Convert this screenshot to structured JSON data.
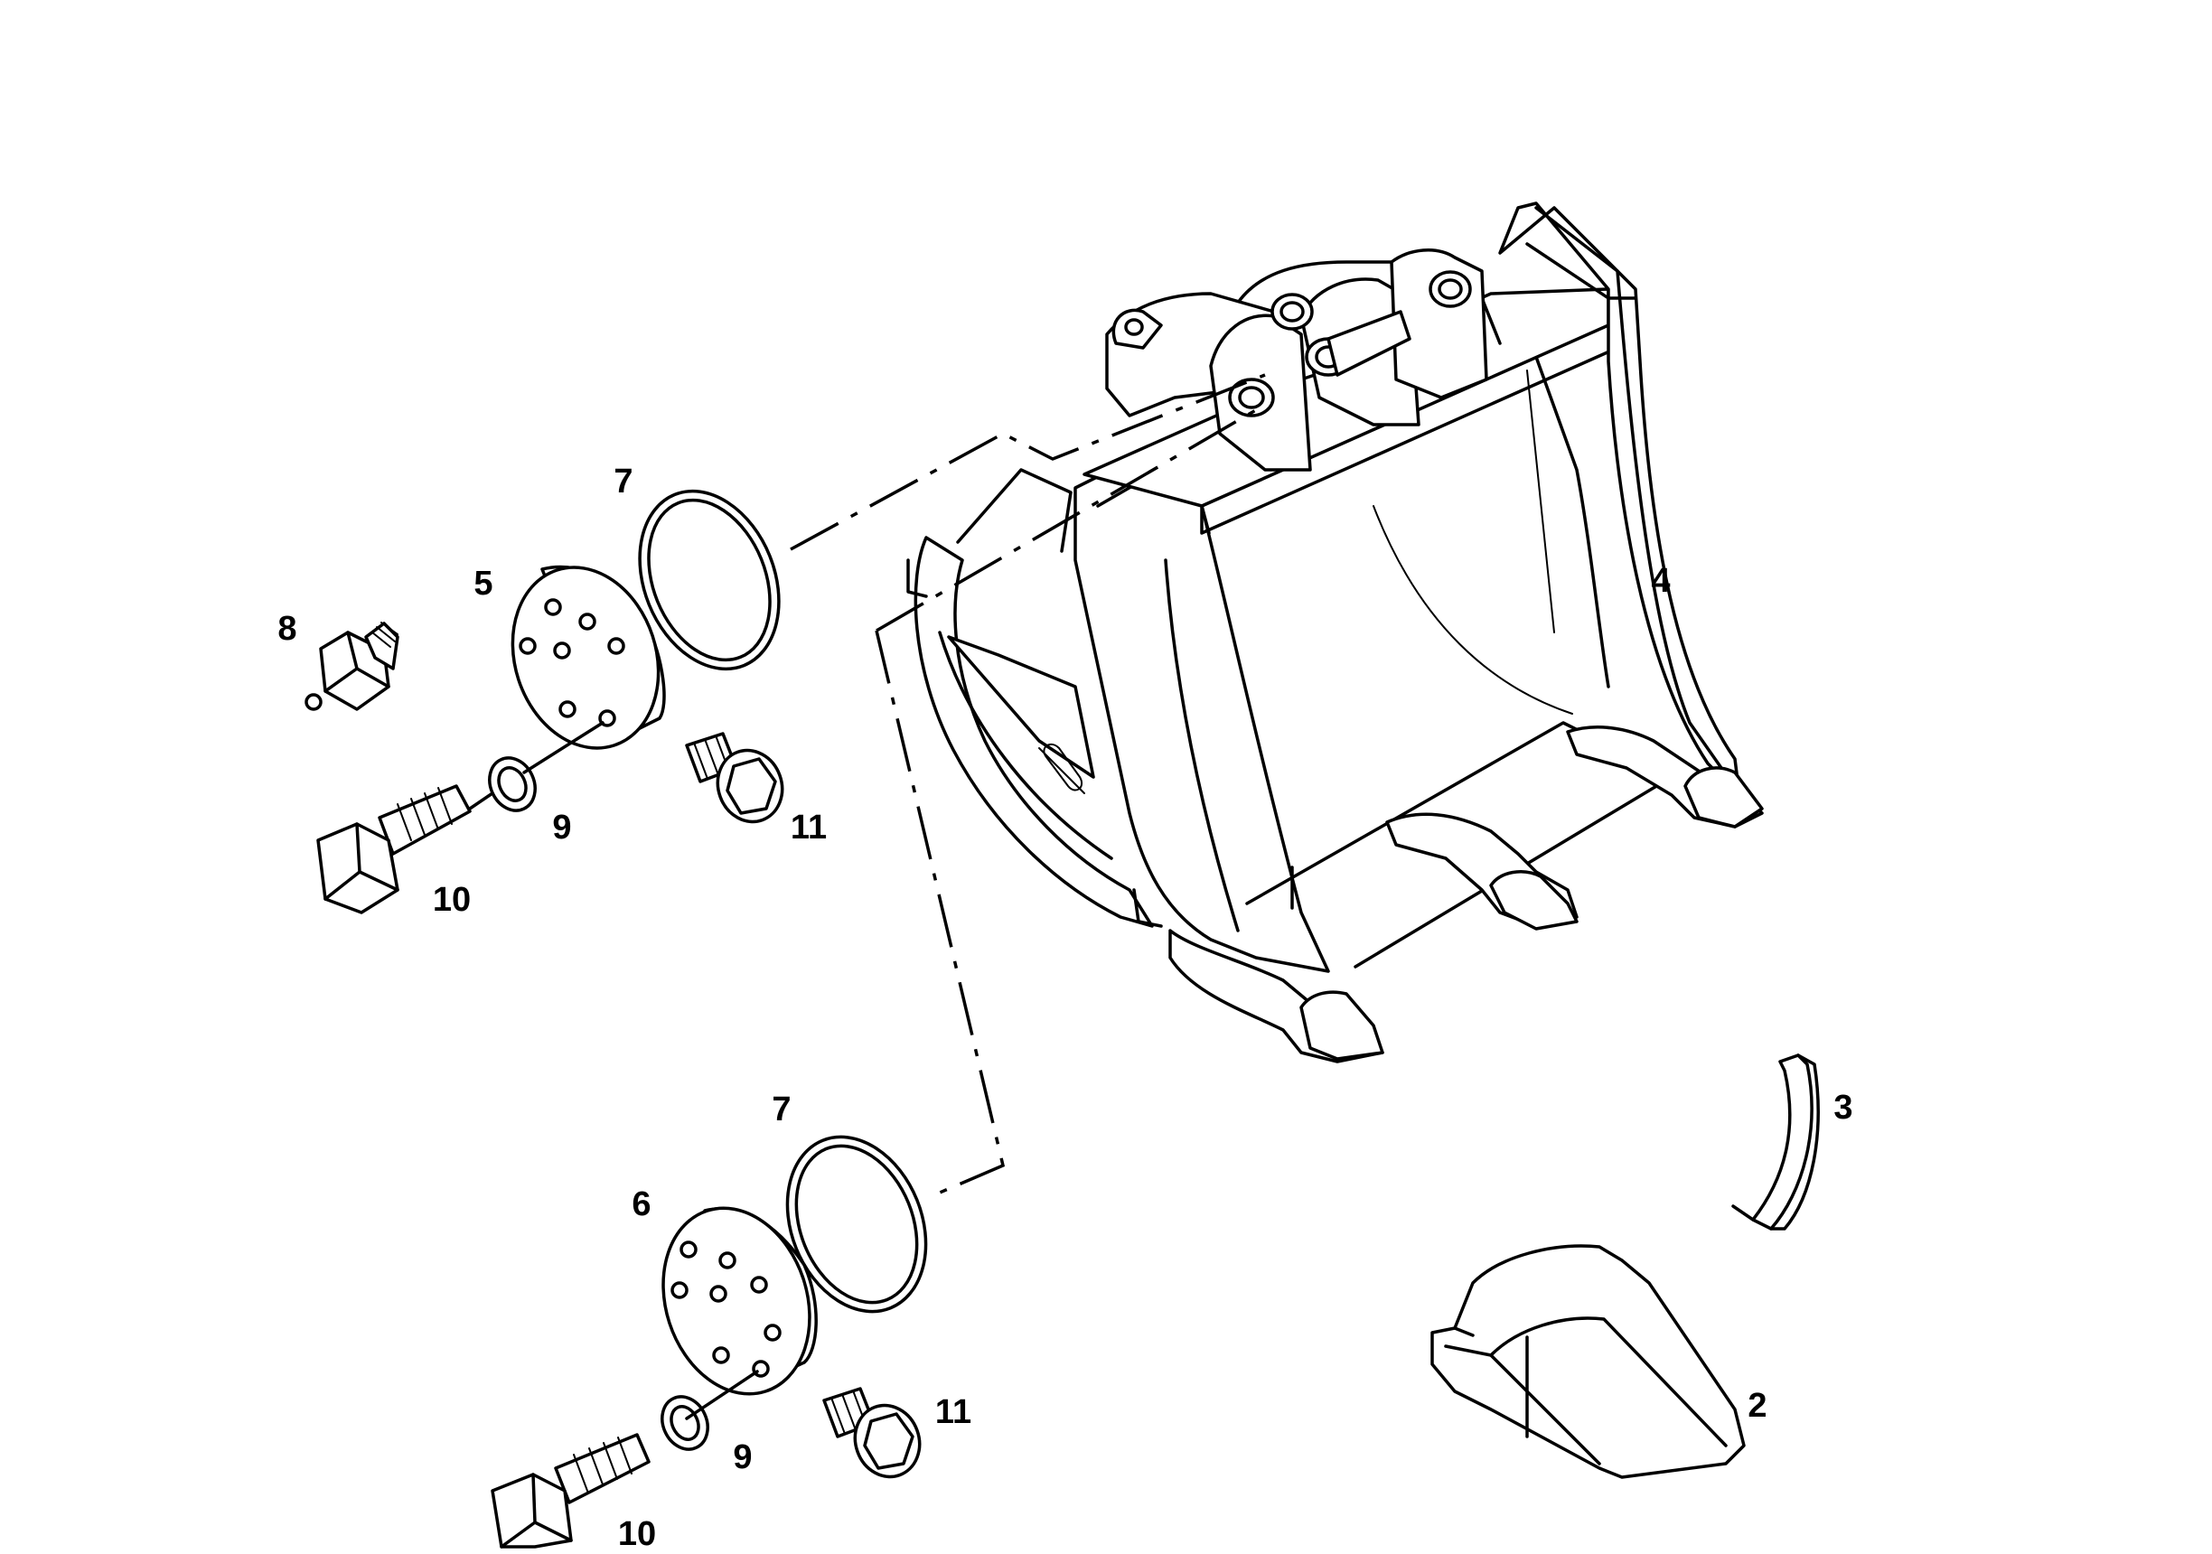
{
  "labels": {
    "p2": "2",
    "p3": "3",
    "p4": "4",
    "p5": "5",
    "p6": "6",
    "p7_top": "7",
    "p7_bottom": "7",
    "p8": "8",
    "p9_top": "9",
    "p9_bottom": "9",
    "p10_top": "10",
    "p10_bottom": "10",
    "p11_top": "11",
    "p11_bottom": "11"
  }
}
